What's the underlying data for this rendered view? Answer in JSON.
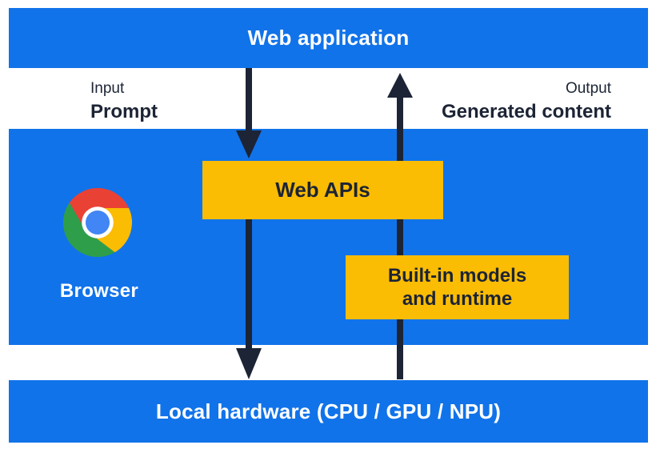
{
  "colors": {
    "blue": "#1173E9",
    "yellow": "#FBBC04",
    "navy": "#1C2435",
    "white": "#FFFFFF",
    "chrome-red": "#E94235",
    "chrome-green": "#2E9E4B",
    "chrome-yellow": "#FBBC04",
    "chrome-blue": "#4285F4"
  },
  "diagram": {
    "top_bar": {
      "label": "Web application"
    },
    "flow": {
      "input_title": "Input",
      "input_value": "Prompt",
      "output_title": "Output",
      "output_value": "Generated content"
    },
    "browser": {
      "label": "Browser",
      "web_apis_label": "Web APIs",
      "builtin_line1": "Built-in models",
      "builtin_line2": "and runtime"
    },
    "bottom_bar": {
      "label": "Local hardware (CPU / GPU / NPU)"
    }
  }
}
